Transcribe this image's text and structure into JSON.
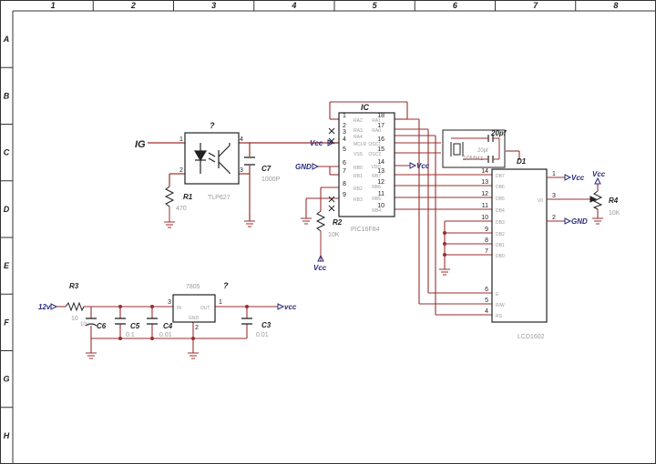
{
  "frame": {
    "columns": [
      "1",
      "2",
      "3",
      "4",
      "5",
      "6",
      "7",
      "8"
    ],
    "rows": [
      "A",
      "B",
      "C",
      "D",
      "E",
      "F",
      "G",
      "H"
    ]
  },
  "input": {
    "label": "IG"
  },
  "optocoupler": {
    "ref": "?",
    "part": "TLP627",
    "pins": [
      "1",
      "2",
      "3",
      "4"
    ]
  },
  "r1": {
    "ref": "R1",
    "value": "470"
  },
  "c7": {
    "ref": "C7",
    "value": "1000P"
  },
  "mcu": {
    "ref": "IC",
    "part": "PIC16F84",
    "left_pins": [
      "1",
      "2",
      "3",
      "4",
      "5",
      "6",
      "7",
      "8",
      "9"
    ],
    "left_names": [
      "RA2",
      "RA3",
      "RA4",
      "MCLR",
      "VSS",
      "RB0",
      "RB1",
      "RB2",
      "RB3"
    ],
    "right_pins": [
      "18",
      "17",
      "16",
      "15",
      "14",
      "13",
      "12",
      "11",
      "10"
    ],
    "right_names": [
      "RA1",
      "RA0",
      "OSC1",
      "OSC2",
      "VDD",
      "RB7",
      "RB6",
      "RB5",
      "RB4"
    ],
    "vcc_left": "Vcc",
    "gnd_left": "GND",
    "vcc_right": "Vcc"
  },
  "crystal": {
    "ref": "D1",
    "freq": "10MHz",
    "cap_top": "20pf",
    "cap_mid": "20pf"
  },
  "r2": {
    "ref": "R2",
    "value": "10K",
    "vcc": "Vcc"
  },
  "lcd": {
    "part": "LCD1602",
    "left_pins": [
      "14",
      "13",
      "12",
      "11",
      "10",
      "9",
      "8",
      "7",
      "6",
      "5",
      "4"
    ],
    "left_names": [
      "DB7",
      "DB6",
      "DB5",
      "DB4",
      "DB3",
      "DB2",
      "DB1",
      "DB0",
      "E",
      "R/W",
      "RS"
    ],
    "right_pins": [
      "1",
      "3",
      "2"
    ],
    "right_names": [
      "",
      "V0",
      ""
    ],
    "vcc": "Vcc",
    "gnd": "GND"
  },
  "r4": {
    "ref": "R4",
    "value": "10K",
    "vcc": "Vcc"
  },
  "power": {
    "in_label": "12v",
    "r3": {
      "ref": "R3",
      "value": "10"
    },
    "c6": {
      "ref": "C6",
      "value": "10u"
    },
    "c5": {
      "ref": "C5",
      "value": "0.1"
    },
    "c4": {
      "ref": "C4",
      "value": "0.01"
    },
    "c3": {
      "ref": "C3",
      "value": "0.01"
    },
    "reg": {
      "part": "7805",
      "ref": "?",
      "pin_in": "3",
      "pin_gnd": "2",
      "pin_out": "1",
      "lbl_in": "IN",
      "lbl_gnd": "GND",
      "lbl_out": "OUT"
    },
    "out_label": "vcc"
  },
  "colors": {
    "wire_red": "#9b2d2d",
    "wire_gray": "#7a7a7a",
    "blue": "#2a2a7a",
    "ink": "#222222"
  }
}
